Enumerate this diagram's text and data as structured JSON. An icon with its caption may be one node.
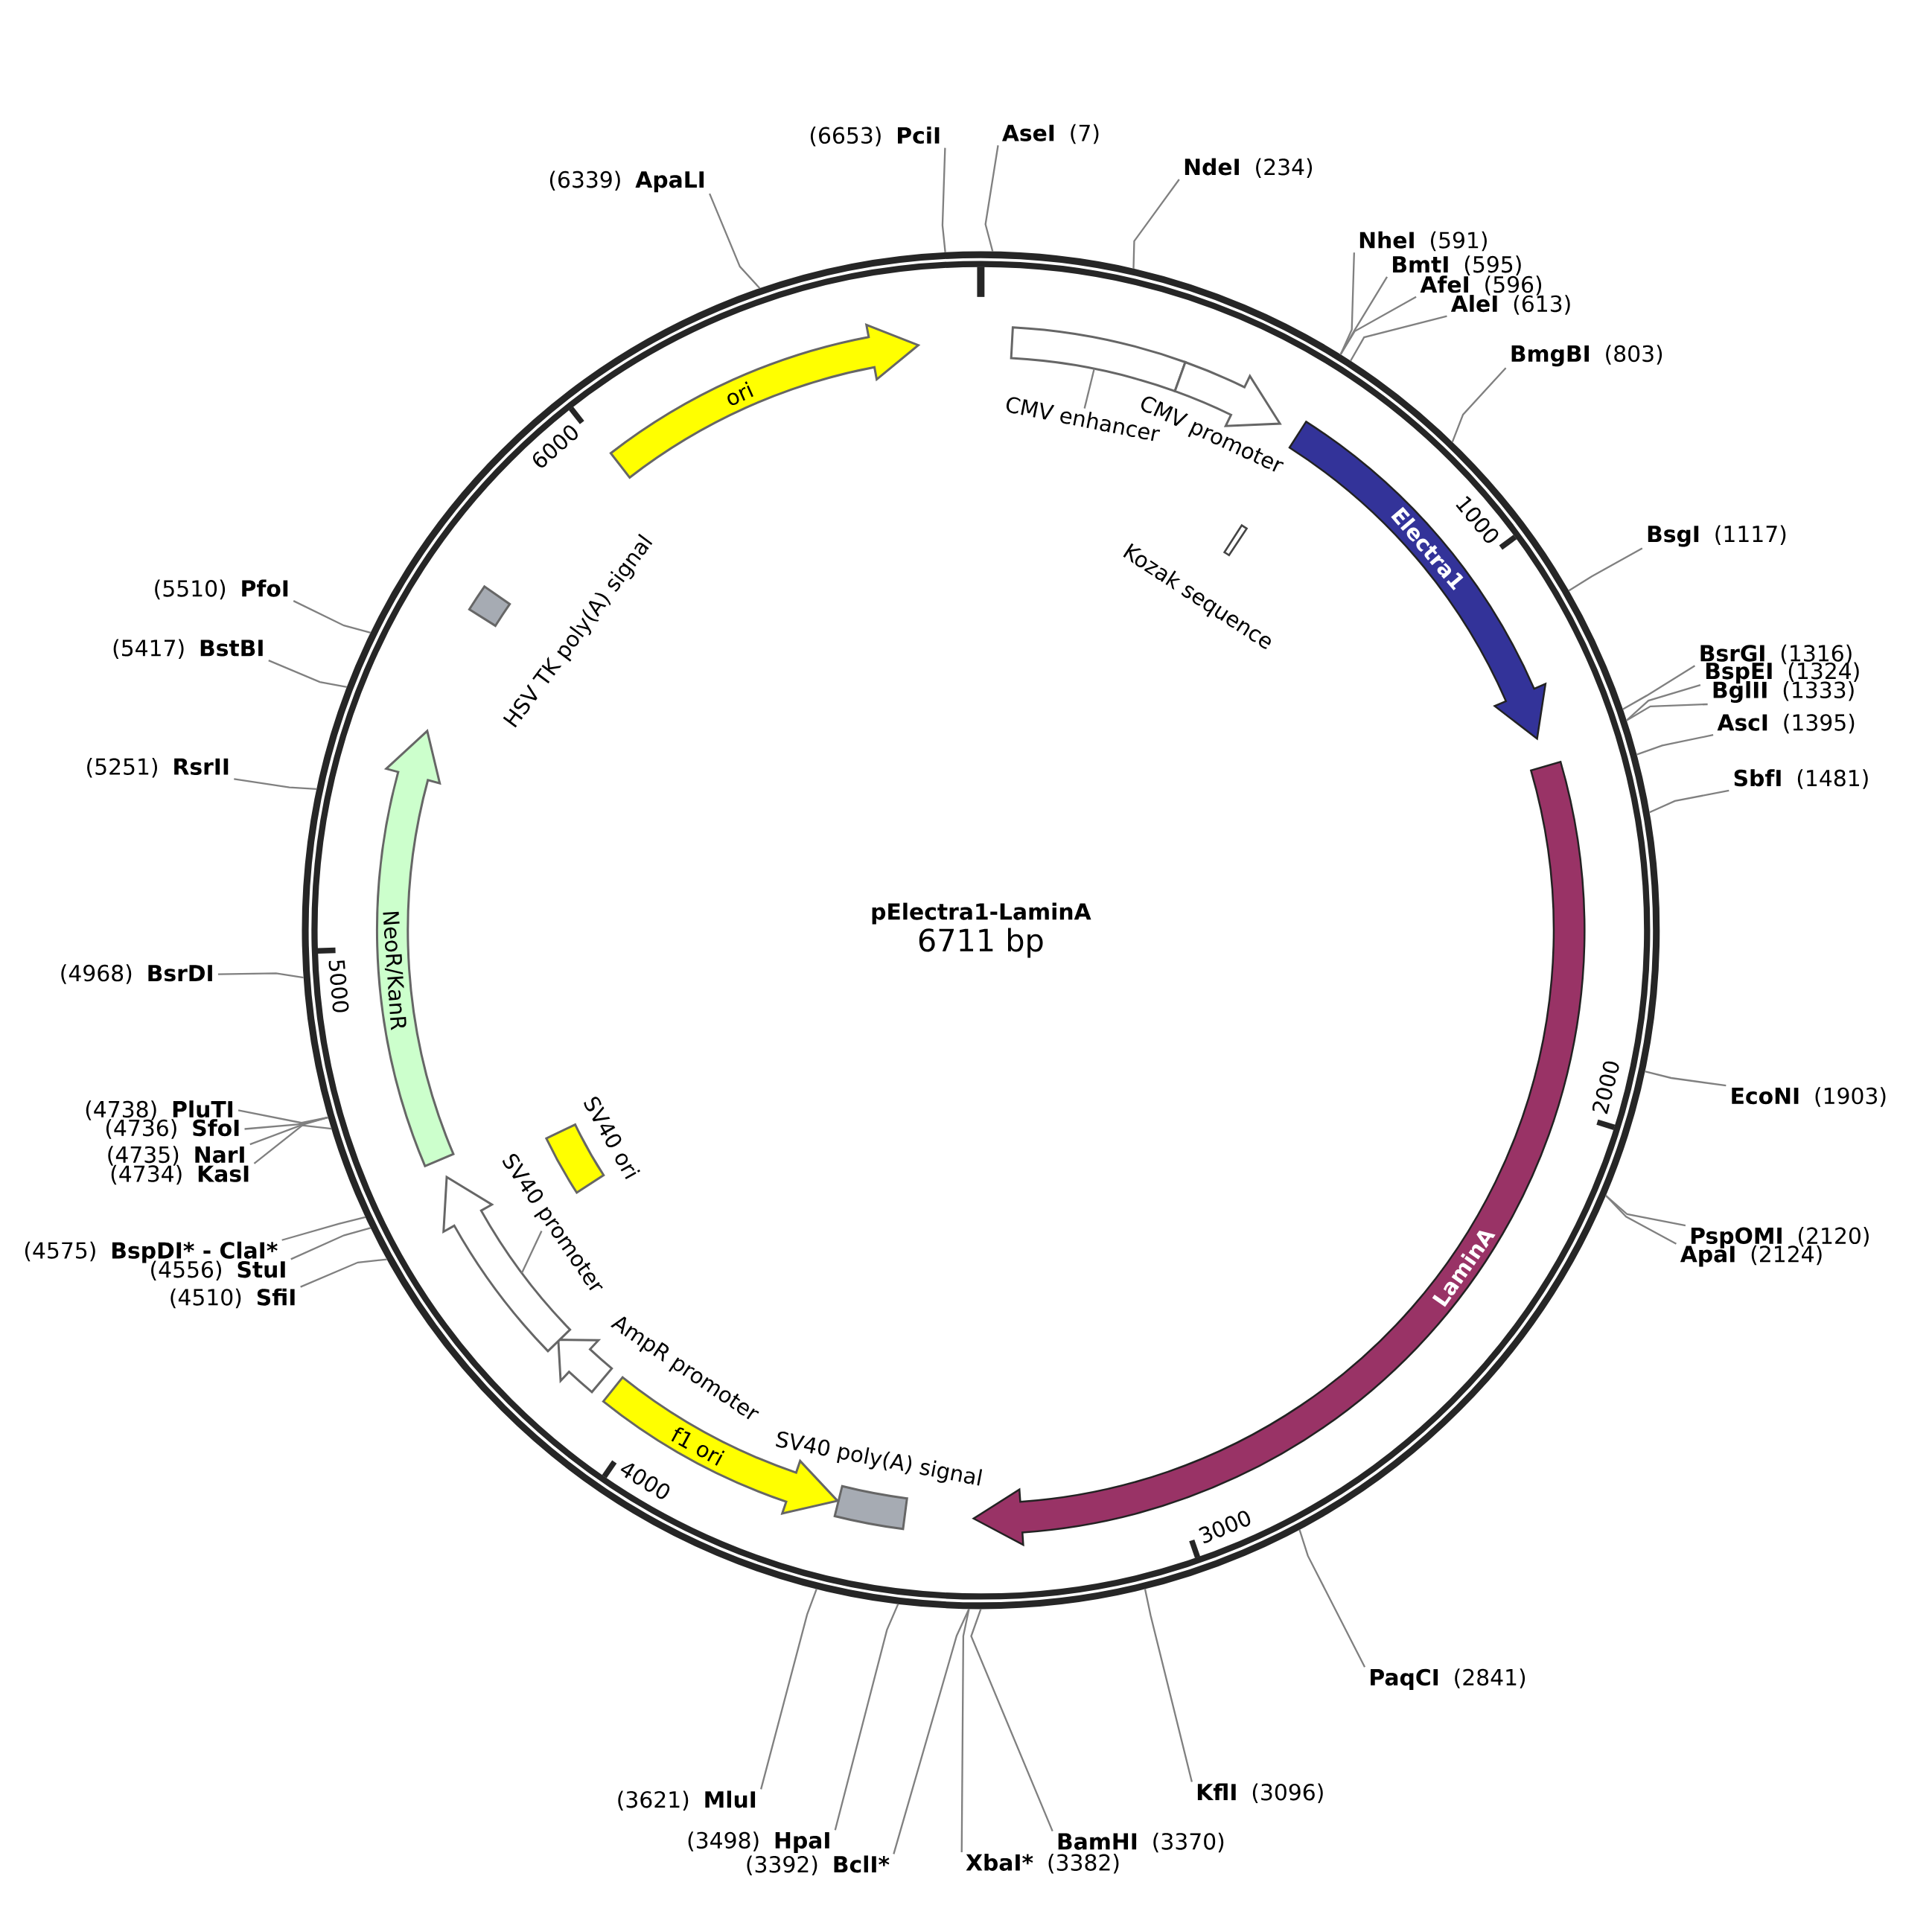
{
  "diagram": {
    "nodes": [
      {
        "text": [
          "pElectra1-LaminA",
          "6711 bp"
        ]
      },
      {
        "text": [
          "(6653)",
          "PciI"
        ]
      },
      {
        "text": [
          "AseI",
          "(7)"
        ]
      },
      {
        "text": [
          "NdeI",
          "(234)"
        ]
      },
      {
        "text": [
          "NheI",
          "(591)"
        ]
      },
      {
        "text": [
          "BmtI",
          "(595)"
        ]
      },
      {
        "text": [
          "AfeI",
          "(596)"
        ]
      },
      {
        "text": [
          "AleI",
          "(613)"
        ]
      },
      {
        "text": [
          "BmgBI",
          "(803)"
        ]
      },
      {
        "text": [
          "BsgI",
          "(1117)"
        ]
      },
      {
        "text": [
          "BsrGI",
          "(1316)"
        ]
      },
      {
        "text": [
          "BspEI",
          "(1324)"
        ]
      },
      {
        "text": [
          "BglII",
          "(1333)"
        ]
      },
      {
        "text": [
          "AscI",
          "(1395)"
        ]
      },
      {
        "text": [
          "SbfI",
          "(1481)"
        ]
      },
      {
        "text": [
          "EcoNI",
          "(1903)"
        ]
      },
      {
        "text": [
          "PspOMI",
          "(2120)"
        ]
      },
      {
        "text": [
          "ApaI",
          "(2124)"
        ]
      },
      {
        "text": [
          "PaqCI",
          "(2841)"
        ]
      },
      {
        "text": [
          "KflI",
          "(3096)"
        ]
      },
      {
        "text": [
          "BamHI",
          "(3370)"
        ]
      },
      {
        "text": [
          "XbaI*",
          "(3382)"
        ]
      },
      {
        "text": [
          "(3392)",
          "BclI*"
        ]
      },
      {
        "text": [
          "(3498)",
          "HpaI"
        ]
      },
      {
        "text": [
          "(3621)",
          "MluI"
        ]
      },
      {
        "text": [
          "(4510)",
          "SfiI"
        ]
      },
      {
        "text": [
          "(4556)",
          "StuI"
        ]
      },
      {
        "text": [
          "(4575)",
          "BspDI* - ClaI*"
        ]
      },
      {
        "text": [
          "(4734)",
          "KasI"
        ]
      },
      {
        "text": [
          "(4735)",
          "NarI"
        ]
      },
      {
        "text": [
          "(4736)",
          "SfoI"
        ]
      },
      {
        "text": [
          "(4738)",
          "PluTI"
        ]
      },
      {
        "text": [
          "(4968)",
          "BsrDI"
        ]
      },
      {
        "text": [
          "(5251)",
          "RsrII"
        ]
      },
      {
        "text": [
          "(5417)",
          "BstBI"
        ]
      },
      {
        "text": [
          "(5510)",
          "PfoI"
        ]
      },
      {
        "text": [
          "(6339)",
          "ApaLI"
        ]
      },
      {
        "text": [
          "ori"
        ],
        "in": 0
      },
      {
        "text": [
          "CMV enhancer"
        ],
        "in": 0
      },
      {
        "text": [],
        "shape": "box",
        "in": 0
      },
      {
        "text": [],
        "shape": "arrow",
        "beside": [
          "CMV promoter"
        ],
        "in": 0
      },
      {
        "text": [
          "Electra1"
        ],
        "in": 0
      },
      {
        "text": [],
        "shape": "box",
        "beside": [
          "Kozak sequence"
        ],
        "in": 0
      },
      {
        "text": [
          "LaminA"
        ],
        "in": 0
      },
      {
        "text": [],
        "shape": "box",
        "beside": [
          "SV40 poly(A) signal"
        ],
        "in": 0
      },
      {
        "text": [
          "f1 ori"
        ],
        "in": 0
      },
      {
        "text": [],
        "shape": "arrow",
        "beside": [
          "AmpR promoter"
        ],
        "in": 0
      },
      {
        "text": [
          "SV40 promoter"
        ],
        "in": 0
      },
      {
        "text": [],
        "shape": "arrow",
        "in": 0
      },
      {
        "text": [],
        "shape": "box",
        "beside": [
          "SV40 ori"
        ],
        "in": 0
      },
      {
        "text": [
          "NeoR/KanR"
        ],
        "in": 0
      },
      {
        "text": [],
        "shape": "box",
        "beside": [
          "HSV TK poly(A) signal"
        ],
        "in": 0
      }
    ],
    "edges": [
      {
        "from": 1,
        "to": 0,
        "arrow": "none"
      },
      {
        "from": 2,
        "to": 0,
        "arrow": "none"
      },
      {
        "from": 3,
        "to": 0,
        "arrow": "none"
      },
      {
        "from": 4,
        "to": 0,
        "arrow": "none"
      },
      {
        "from": 5,
        "to": 0,
        "arrow": "none"
      },
      {
        "from": 6,
        "to": 0,
        "arrow": "none"
      },
      {
        "from": 7,
        "to": 0,
        "arrow": "none"
      },
      {
        "from": 8,
        "to": 0,
        "arrow": "none"
      },
      {
        "from": 9,
        "to": 0,
        "arrow": "none"
      },
      {
        "from": 10,
        "to": 0,
        "arrow": "none"
      },
      {
        "from": 11,
        "to": 0,
        "arrow": "none"
      },
      {
        "from": 12,
        "to": 0,
        "arrow": "none"
      },
      {
        "from": 13,
        "to": 0,
        "arrow": "none"
      },
      {
        "from": 14,
        "to": 0,
        "arrow": "none"
      },
      {
        "from": 15,
        "to": 0,
        "arrow": "none"
      },
      {
        "from": 16,
        "to": 0,
        "arrow": "none"
      },
      {
        "from": 17,
        "to": 0,
        "arrow": "none"
      },
      {
        "from": 18,
        "to": 0,
        "arrow": "none"
      },
      {
        "from": 19,
        "to": 0,
        "arrow": "none"
      },
      {
        "from": 20,
        "to": 0,
        "arrow": "none"
      },
      {
        "from": 21,
        "to": 0,
        "arrow": "none"
      },
      {
        "from": 22,
        "to": 0,
        "arrow": "none"
      },
      {
        "from": 23,
        "to": 0,
        "arrow": "none"
      },
      {
        "from": 24,
        "to": 0,
        "arrow": "none"
      },
      {
        "from": 25,
        "to": 0,
        "arrow": "none"
      },
      {
        "from": 26,
        "to": 0,
        "arrow": "none"
      },
      {
        "from": 27,
        "to": 0,
        "arrow": "none"
      },
      {
        "from": 28,
        "to": 0,
        "arrow": "none"
      },
      {
        "from": 29,
        "to": 0,
        "arrow": "none"
      },
      {
        "from": 30,
        "to": 0,
        "arrow": "none"
      },
      {
        "from": 31,
        "to": 0,
        "arrow": "none"
      },
      {
        "from": 32,
        "to": 0,
        "arrow": "none"
      },
      {
        "from": 33,
        "to": 0,
        "arrow": "none"
      },
      {
        "from": 34,
        "to": 0,
        "arrow": "none"
      },
      {
        "from": 35,
        "to": 0,
        "arrow": "none"
      },
      {
        "from": 36,
        "to": 0,
        "arrow": "none"
      },
      {
        "from": 38,
        "to": 39,
        "arrow": "none"
      },
      {
        "from": 47,
        "to": 48,
        "arrow": "none"
      }
    ],
    "labels": [
      "1000",
      "2000",
      "3000",
      "4000",
      "5000",
      "6000"
    ]
  }
}
